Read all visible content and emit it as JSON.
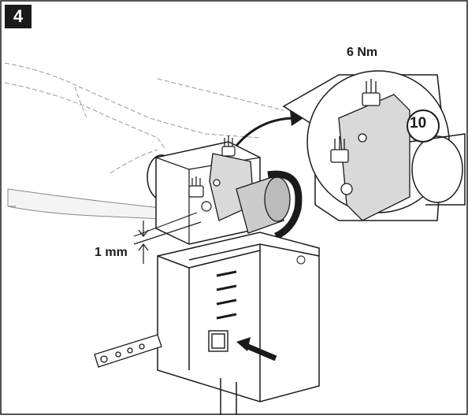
{
  "step": "4",
  "torque": "6 Nm",
  "gap": "1 mm",
  "wrench_size": "10",
  "colors": {
    "line": "#1a1a1a",
    "dashed": "#999999",
    "motor_fill": "#cccccc",
    "housing_fill": "#ffffff"
  }
}
